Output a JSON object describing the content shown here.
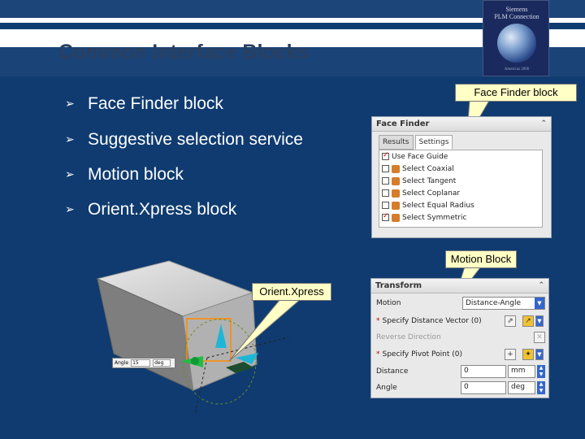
{
  "slide": {
    "title": "Common Interface Blocks",
    "logo": {
      "line1": "Siemens",
      "line2": "PLM Connection",
      "line3": "Americas 2006"
    }
  },
  "bullets": [
    {
      "label": "Face Finder block"
    },
    {
      "label": "Suggestive selection service"
    },
    {
      "label": "Motion block"
    },
    {
      "label": "Orient.Xpress block"
    }
  ],
  "callouts": {
    "face_finder": "Face Finder block",
    "motion": "Motion Block",
    "orientxpress": "Orient.Xpress"
  },
  "face_finder_panel": {
    "title": "Face Finder",
    "tabs": [
      {
        "label": "Results",
        "active": false
      },
      {
        "label": "Settings",
        "active": true
      }
    ],
    "settings": [
      {
        "label": "Use Face Guide",
        "checked": true,
        "has_icon": false
      },
      {
        "label": "Select Coaxial",
        "checked": false,
        "has_icon": true
      },
      {
        "label": "Select Tangent",
        "checked": false,
        "has_icon": true
      },
      {
        "label": "Select Coplanar",
        "checked": false,
        "has_icon": true
      },
      {
        "label": "Select Equal Radius",
        "checked": false,
        "has_icon": true
      },
      {
        "label": "Select Symmetric",
        "checked": true,
        "has_icon": true
      }
    ]
  },
  "transform_panel": {
    "title": "Transform",
    "motion_label": "Motion",
    "motion_value": "Distance-Angle",
    "distance_vector_label": "Specify Distance Vector (0)",
    "reverse_direction_label": "Reverse Direction",
    "pivot_point_label": "Specify Pivot Point (0)",
    "distance_label": "Distance",
    "distance_value": "0",
    "distance_unit": "mm",
    "angle_label": "Angle",
    "angle_value": "0",
    "angle_unit": "deg"
  },
  "model_view": {
    "angle_label": "Angle",
    "angle_value": "15",
    "angle_unit": "deg"
  },
  "colors": {
    "background": "#0f3b70",
    "callout_fill": "#ffffc6"
  }
}
